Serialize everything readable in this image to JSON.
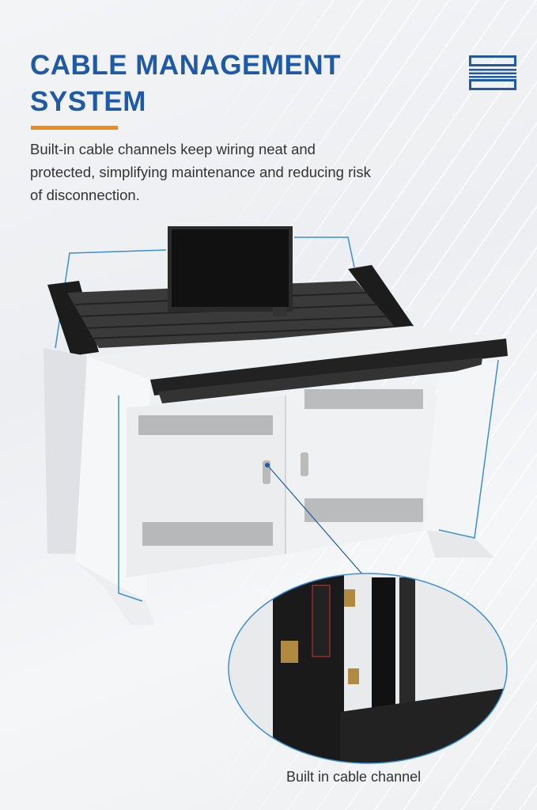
{
  "header": {
    "title_line1": "CABLE MANAGEMENT",
    "title_line2": "SYSTEM",
    "description": "Built-in cable channels keep wiring neat and protected, simplifying maintenance and reducing risk of disconnection."
  },
  "icons": {
    "top_right": "cable-channel-icon"
  },
  "detail": {
    "caption": "Built in cable channel"
  },
  "colors": {
    "brand_blue": "#1f5aa6",
    "accent_orange": "#f08a1a",
    "outline_blue": "#3a8fd8"
  }
}
